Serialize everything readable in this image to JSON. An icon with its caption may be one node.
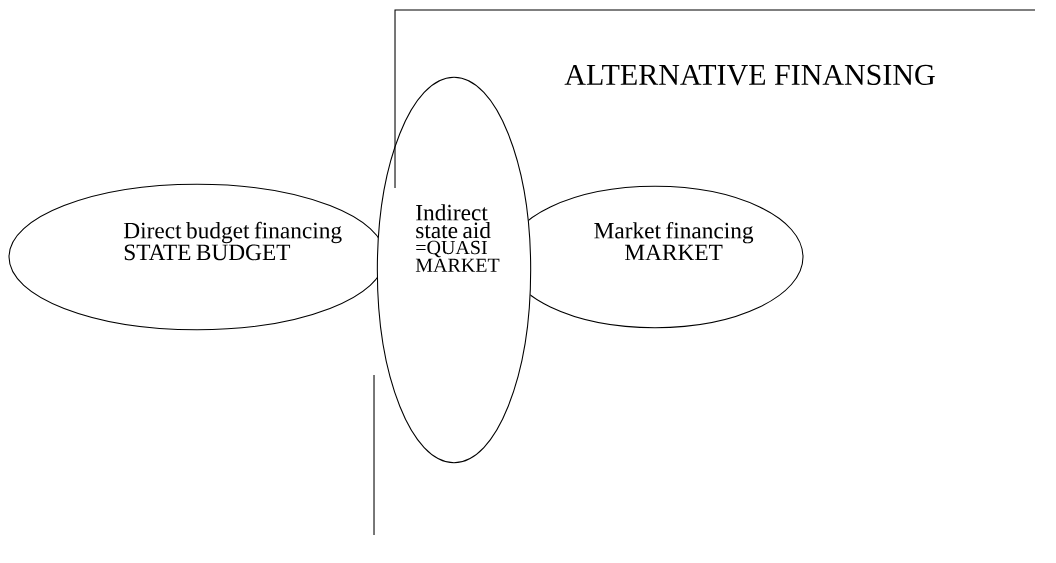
{
  "diagram": {
    "nodes": [
      {
        "text": [
          "Direct budget financing",
          "STATE BUDGET"
        ]
      },
      {
        "text": [
          "Indirect state aid",
          "=QUASI MARKET"
        ]
      },
      {
        "text": [
          "Market financing",
          "MARKET"
        ]
      }
    ],
    "labels": [
      "ALTERNATIVE FINANSING"
    ]
  }
}
